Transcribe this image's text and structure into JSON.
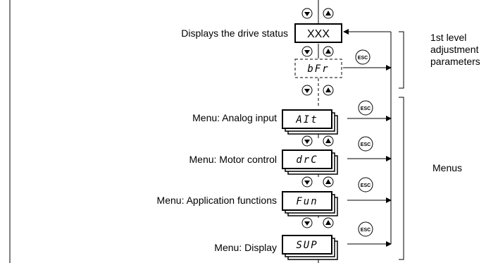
{
  "status": {
    "label": "Displays the drive status",
    "code": "XXX"
  },
  "first_level": {
    "code": "bFr",
    "bracket_label": [
      "1st level",
      "adjustment",
      "parameters"
    ]
  },
  "menus_label": "Menus",
  "menus": [
    {
      "label": "Menu: Analog input",
      "code": "AIt"
    },
    {
      "label": "Menu: Motor control",
      "code": "drC"
    },
    {
      "label": "Menu: Application functions",
      "code": "Fun"
    },
    {
      "label": "Menu: Display",
      "code": "SUP"
    }
  ],
  "esc_label": "ESC",
  "icons": {
    "down": "down-arrow-key-icon",
    "up": "up-arrow-key-icon",
    "esc": "esc-key-icon"
  }
}
